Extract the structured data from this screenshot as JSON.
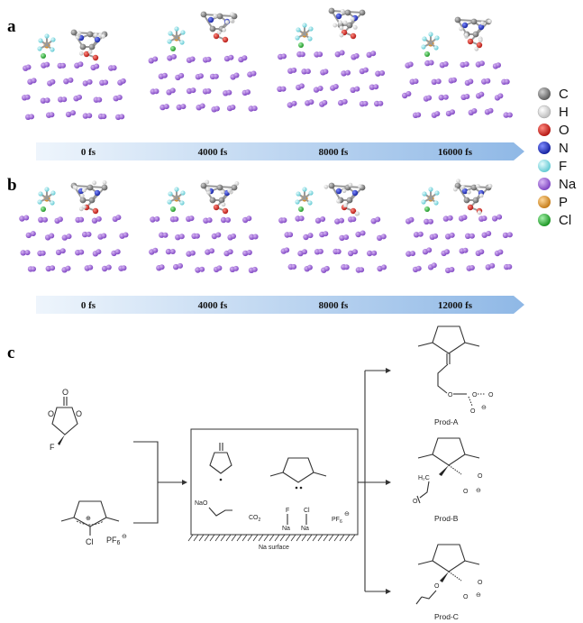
{
  "panel_labels": {
    "a": "a",
    "b": "b",
    "c": "c"
  },
  "timeline_a": {
    "ticks": [
      "0 fs",
      "4000 fs",
      "8000 fs",
      "16000 fs"
    ]
  },
  "timeline_b": {
    "ticks": [
      "0 fs",
      "4000 fs",
      "8000 fs",
      "12000 fs"
    ]
  },
  "legend": [
    {
      "label": "C",
      "color": "#808080"
    },
    {
      "label": "H",
      "color": "#e8e8e8"
    },
    {
      "label": "O",
      "color": "#e0201b"
    },
    {
      "label": "N",
      "color": "#1f2fd0"
    },
    {
      "label": "F",
      "color": "#8fe3ea"
    },
    {
      "label": "Na",
      "color": "#9b59d6"
    },
    {
      "label": "P",
      "color": "#e9a23b"
    },
    {
      "label": "Cl",
      "color": "#2fc23a"
    }
  ],
  "scheme": {
    "fec_f": "F",
    "im_cl": "Cl",
    "pf6": "PF",
    "pf6_sub": "6",
    "pf6_charge": "⊖",
    "plus": "⊕",
    "box_nao": "NaO",
    "box_co2": "CO",
    "box_co2_sub": "2",
    "box_f": "F",
    "box_cl": "Cl",
    "box_na1": "Na",
    "box_na2": "Na",
    "box_pf6": "PF",
    "box_pf6_sub": "6",
    "box_charge": "⊖",
    "surface_label": "Na surface",
    "prod_a_label": "Prod-A",
    "prod_b_label": "Prod-B",
    "prod_c_label": "Prod-C",
    "h2c": "H₂C",
    "o": "O",
    "minus": "⊖"
  }
}
